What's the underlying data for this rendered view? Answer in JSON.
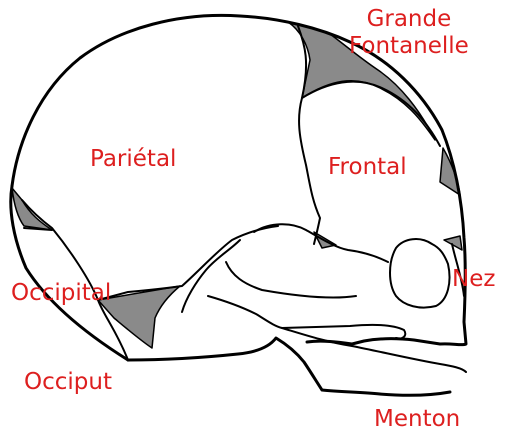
{
  "colors": {
    "label": "#dd1f1f",
    "outline": "#000000",
    "fontanelle_fill": "#8a8a8a",
    "background": "#ffffff"
  },
  "labels": {
    "grande_fontanelle_line1": "Grande",
    "grande_fontanelle_line2": "Fontanelle",
    "parietal": "Pariétal",
    "frontal": "Frontal",
    "occipital": "Occipital",
    "nez": "Nez",
    "occiput": "Occiput",
    "menton": "Menton"
  }
}
